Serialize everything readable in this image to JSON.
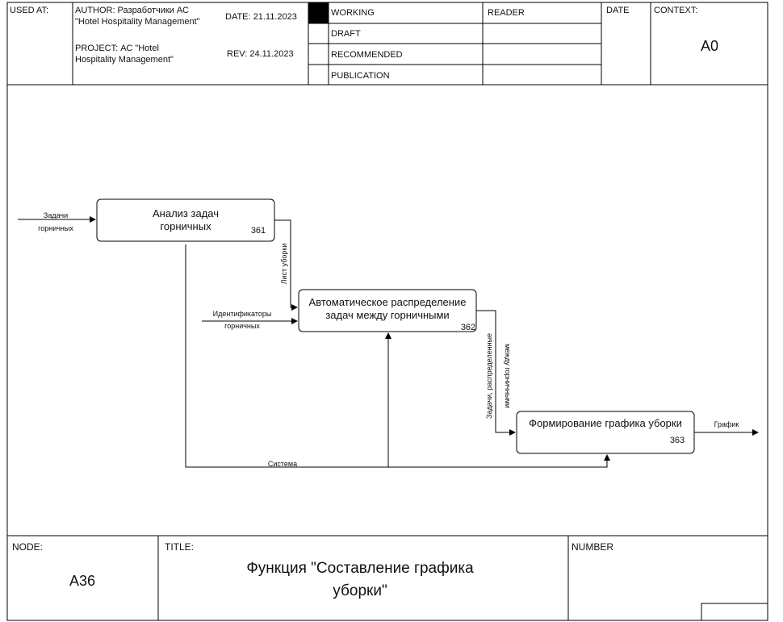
{
  "header": {
    "used_at": "USED AT:",
    "author_line1": "AUTHOR: Разработчики АС",
    "author_line2": "\"Hotel Hospitality Management\"",
    "project_line1": "PROJECT: АС \"Hotel",
    "project_line2": "Hospitality Management\"",
    "date_label": "DATE: 21.11.2023",
    "rev_label": "REV:  24.11.2023",
    "status": [
      "WORKING",
      "DRAFT",
      "RECOMMENDED",
      "PUBLICATION"
    ],
    "reader": "READER",
    "date": "DATE",
    "context": "CONTEXT:",
    "context_value": "A0"
  },
  "boxes": [
    {
      "line1": "Анализ задач",
      "line2": "горничных",
      "number": "361"
    },
    {
      "line1": "Автоматическое распределение",
      "line2": "задач между горничными",
      "number": "362"
    },
    {
      "line1": "Формирование графика уборки",
      "line2": "",
      "number": "363"
    }
  ],
  "arrows": {
    "input_tasks_1": "Задачи",
    "input_tasks_2": "горничных",
    "ident_1": "Идентификаторы",
    "ident_2": "горничных",
    "cleaning_list": "Лист уборки",
    "distributed_1": "Задачи, распределенные",
    "distributed_2": "между горничными",
    "schedule": "График",
    "system": "Система"
  },
  "footer": {
    "node_label": "NODE:",
    "node_value": "A36",
    "title_label": "TITLE:",
    "title_line1": "Функция \"Составление графика",
    "title_line2": "уборки\"",
    "number_label": "NUMBER"
  }
}
